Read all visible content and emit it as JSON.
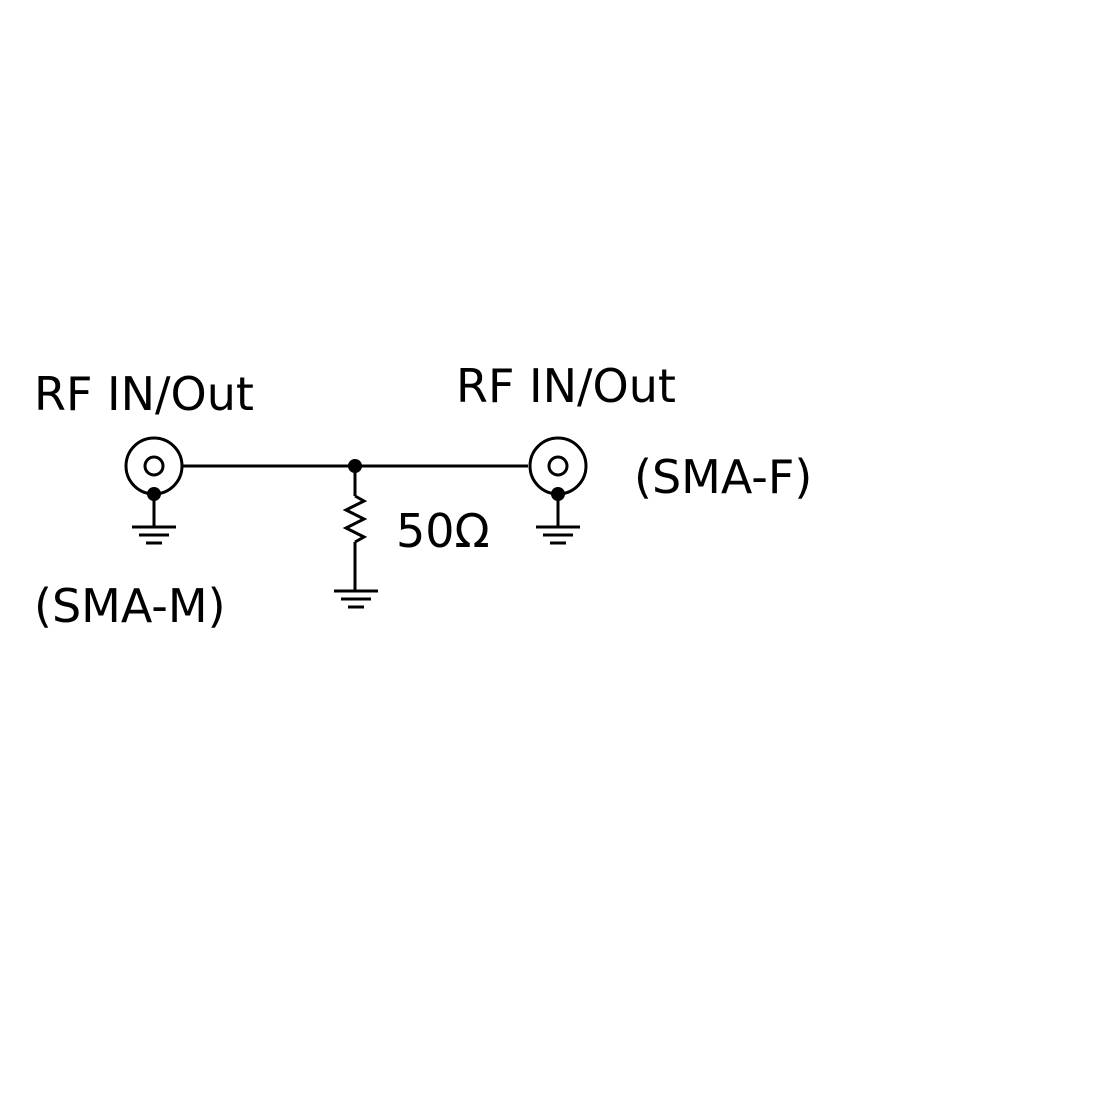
{
  "connectors": {
    "left": {
      "label": "RF IN/Out",
      "type": "(SMA-M)"
    },
    "right": {
      "label": "RF IN/Out",
      "type": "(SMA-F)"
    }
  },
  "resistor": {
    "value": "50Ω"
  },
  "colors": {
    "ink": "#000000",
    "background": "#ffffff"
  }
}
